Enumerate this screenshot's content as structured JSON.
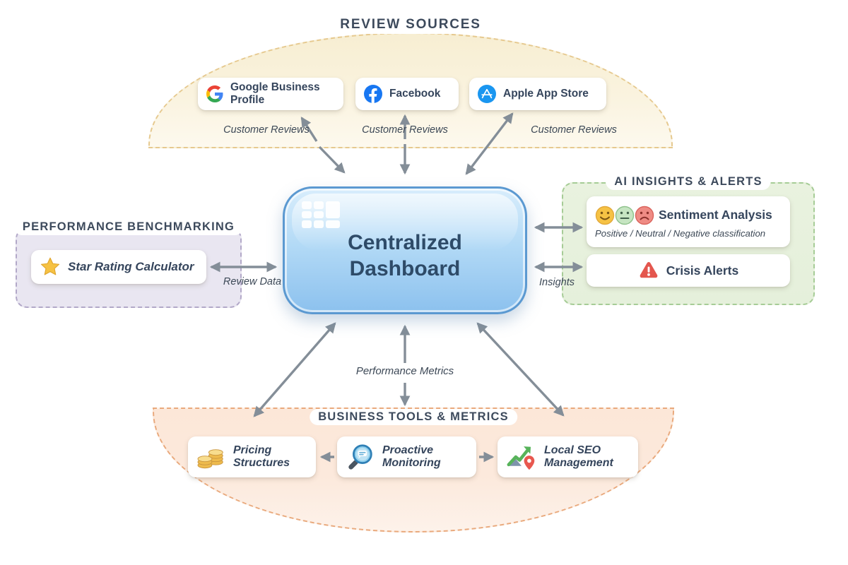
{
  "center": {
    "title": "Centralized Dashboard",
    "icon": "dashboard-grid-icon"
  },
  "review_sources": {
    "title": "REVIEW SOURCES",
    "cards": [
      {
        "icon": "google-icon",
        "label": "Google Business Profile"
      },
      {
        "icon": "facebook-icon",
        "label": "Facebook"
      },
      {
        "icon": "apple-app-store-icon",
        "label": "Apple App Store"
      }
    ],
    "edge_labels": [
      "Customer Reviews",
      "Customer Reviews",
      "Customer Reviews"
    ]
  },
  "ai_insights": {
    "title": "AI INSIGHTS & ALERTS",
    "cards": [
      {
        "icon": "sentiment-faces-icon",
        "label": "Sentiment Analysis",
        "sublabel": "Positive / Neutral / Negative classification"
      },
      {
        "icon": "warning-triangle-icon",
        "label": "Crisis Alerts"
      }
    ],
    "edge_label": "Insights"
  },
  "performance_benchmarking": {
    "title": "PERFORMANCE BENCHMARKING",
    "cards": [
      {
        "icon": "star-icon",
        "label": "Star Rating Calculator"
      }
    ],
    "edge_label": "Review Data"
  },
  "business_tools": {
    "title": "BUSINESS TOOLS & METRICS",
    "cards": [
      {
        "icon": "coins-icon",
        "label": "Pricing Structures"
      },
      {
        "icon": "magnifier-icon",
        "label": "Proactive Monitoring"
      },
      {
        "icon": "seo-chart-pin-icon",
        "label": "Local SEO Management"
      }
    ],
    "edge_label": "Performance Metrics"
  },
  "colors": {
    "arrow": "#848e98",
    "section_title_text": "#3d4a5c",
    "dashboard_fill_top": "#d8edfc",
    "dashboard_fill_bottom": "#8cc1ee",
    "dashboard_border": "#5b99d1",
    "dashboard_text": "#2e4b68",
    "review_dome_fill": "#f7eed2",
    "review_dome_border": "#e6c98f",
    "business_dome_fill": "#fce7d8",
    "business_dome_border": "#e9a97c",
    "insights_panel_fill": "#e9f2df",
    "insights_panel_border": "#a6cc96",
    "benchmark_panel_fill": "#e9e6f1",
    "benchmark_panel_border": "#b2a8c8"
  }
}
